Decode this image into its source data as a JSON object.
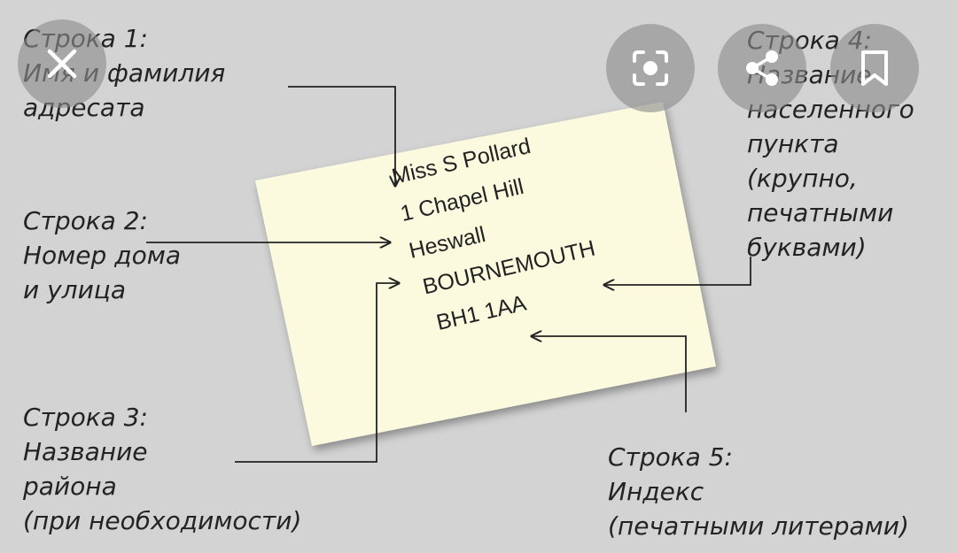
{
  "card": {
    "line1": "Miss S Pollard",
    "line2": "1 Chapel Hill",
    "line3": "Heswall",
    "line4": "BOURNEMOUTH",
    "line5": "BH1 1AA"
  },
  "labels": {
    "row1": {
      "title": "Строка 1:",
      "line1": "Имя и фамилия",
      "line2": "адресата"
    },
    "row2": {
      "title": "Строка 2:",
      "line1": "Номер дома",
      "line2": "и улица"
    },
    "row3": {
      "title": "Строка 3:",
      "line1": "Название",
      "line2": "района",
      "line3": "(при необходимости)"
    },
    "row4": {
      "title": "Строка 4:",
      "line1": "Название",
      "line2": "населенного",
      "line3": "пункта",
      "line4": "(крупно,",
      "line5": "печатными",
      "line6": "буквами)"
    },
    "row5": {
      "title": "Строка 5:",
      "line1": "Индекс",
      "line2": "(печатными литерами)"
    }
  },
  "overlay": {
    "close_icon": "close-icon",
    "lens_icon": "lens-icon",
    "share_icon": "share-icon",
    "bookmark_icon": "bookmark-icon"
  },
  "colors": {
    "background": "#d3d3d3",
    "card": "#fbfadf",
    "ink": "#232323",
    "button": "#8c8c8c"
  }
}
